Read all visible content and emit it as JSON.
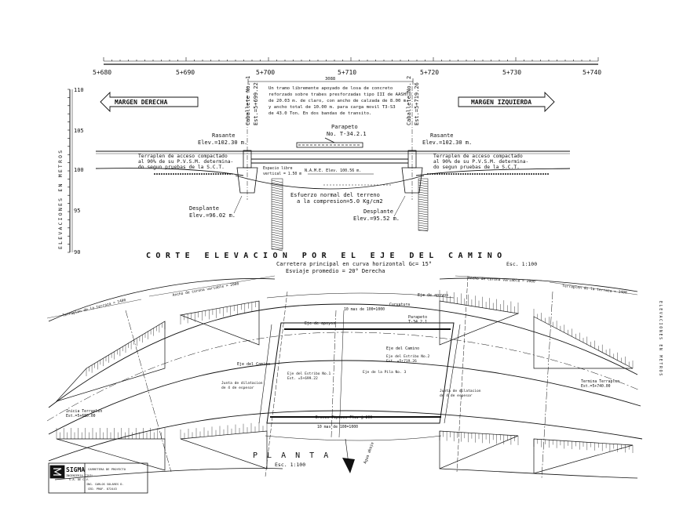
{
  "stations": [
    "5+680",
    "5+690",
    "5+700",
    "5+710",
    "5+720",
    "5+730",
    "5+740"
  ],
  "elev_axis": {
    "label": "ELEVACIONES EN METROS",
    "ticks": [
      "110",
      "105",
      "100",
      "95",
      "90"
    ]
  },
  "section": {
    "margin_right_label": "MARGEN DERECHA",
    "margin_left_label": "MARGEN IZQUIERDA",
    "span_dim": "3088",
    "support1": {
      "name": "Caballete No. 1",
      "station": "Est.=5+699.22"
    },
    "support2": {
      "name": "Caballete No. 2",
      "station": "Est.=5+719.26"
    },
    "note_lines": [
      "Un tramo libremente apoyado de losa de concreto",
      "reforzado sobre trabes presforzadas tipo III de AASHTO",
      "de 20.03 m. de claro, con ancho de calzada de 8.00 m.",
      "y ancho total de 10.00 m. para carga movil T3-S3",
      "de 43.0 Ton. En dos bandas de transito."
    ],
    "parapet": {
      "title": "Parapeto",
      "model": "No. T-34.2.1"
    },
    "rasante_left": {
      "label": "Rasante",
      "elev": "Elev.=102.30 m."
    },
    "rasante_right": {
      "label": "Rasante",
      "elev": "Elev.=102.30 m."
    },
    "fill_left": [
      "Terraplen de acceso compactado",
      "al 90% de su P.V.S.M. determina-",
      "do segun pruebas de la S.C.T."
    ],
    "fill_right": [
      "Terraplen de acceso compactado",
      "al 90% de su P.V.S.M. determina-",
      "do segun pruebas de la S.C.T."
    ],
    "clearance": [
      "Espacio libre",
      "vertical = 1.50 m"
    ],
    "namo": "N.A.M.E. Elev. 100.56 m.",
    "soil_stress": [
      "Esfuerzo normal del terreno",
      "a la compresion=5.0 Kg/cm2"
    ],
    "desplante_left": {
      "label": "Desplante",
      "elev": "Elev.=96.02 m."
    },
    "desplante_right": {
      "label": "Desplante",
      "elev": "Elev.=95.52 m."
    },
    "title": "CORTE ELEVACION POR EL EJE DEL CAMINO",
    "sub1": "Carretera principal en curva horizontal Gc= 15°",
    "sub2": "Esviaje promedio = 20° Derecha",
    "scale": "Esc. 1:100"
  },
  "plan": {
    "labels": {
      "terr_left_top": "Terraplen de la terraza = 1400",
      "width_top": "Ancho de corona variable = 2000",
      "eje_apoyos_l": "Eje de apoyos",
      "eje_apoyos_r": "Eje de apoyos",
      "eje_camino": "Eje del Camino",
      "eje_camino_c": "Eje del Camino",
      "estribo1": [
        "Eje del Estribo No.1",
        "Est. =5+699.22"
      ],
      "estribo2": [
        "Eje del Estribo No.2",
        "Est. =5+719.26"
      ],
      "parapeto": [
        "Parapeto",
        "T-34.2.1"
      ],
      "junta_l": [
        "Junta de dilatacion",
        "de 4 de espesor"
      ],
      "junta_r": [
        "Junta de dilatacion",
        "de 4 de espesor"
      ],
      "dren": "Drenes Tipicos Pluv @ 200",
      "width_bot": "10 mas de 100=1000",
      "width_top2": "10 mas de 100=1000",
      "inicio": [
        "Inicia Terraplen",
        "Est.=5+680.00"
      ],
      "termina": [
        "Termina Terraplen",
        "Est.=5+740.00"
      ],
      "curva": "Curvatura",
      "pila": "Eje de la Pila No. 3",
      "agua": "Agua abajo"
    },
    "title": "P L A N T A",
    "scale": "Esc. 1:100"
  },
  "title_block": {
    "company": "SIGMA",
    "sub": [
      "INGENIERIA CIVIL",
      "S.A. DE C.V."
    ],
    "project": "CARRETERA DE PROYECTO",
    "engineer": [
      "ING. CARLOS SOLARES D.",
      "CED. PROF. 872443"
    ]
  },
  "right_axis": "ELEVACIONES EN METROS"
}
